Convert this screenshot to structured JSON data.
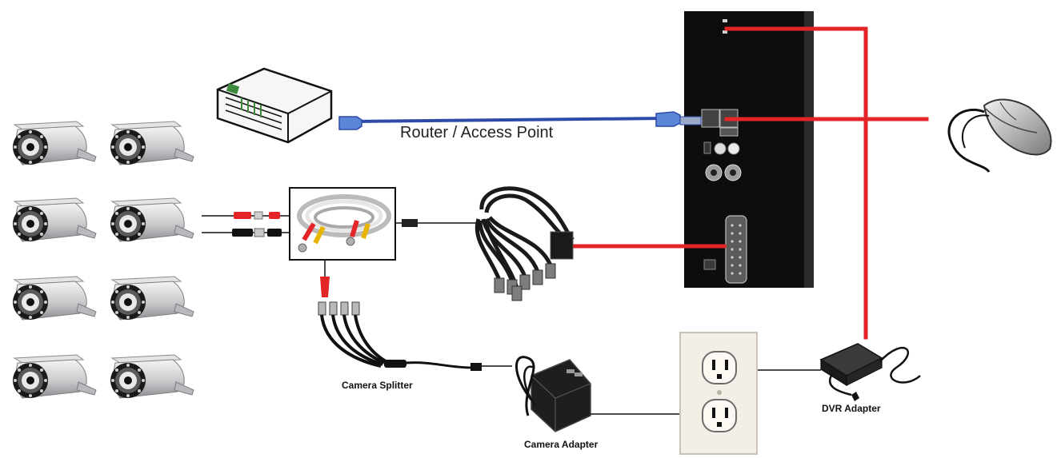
{
  "labels": {
    "router": "Router / Access Point",
    "camera_splitter": "Camera Splitter",
    "camera_adapter": "Camera Adapter",
    "dvr_adapter": "DVR Adapter"
  },
  "colors": {
    "power_cable": "#e32528",
    "network_cable": "#2d4aa8",
    "dvr_body": "#0d0d0d",
    "camera_body": "#d9dadc",
    "outlet_plate": "#f2efe6"
  },
  "icons": [
    "router-icon",
    "security-camera-icon",
    "dvr-icon",
    "mouse-icon",
    "bnc-cable-icon",
    "splitter-icon",
    "power-adapter-icon",
    "wall-outlet-icon"
  ]
}
